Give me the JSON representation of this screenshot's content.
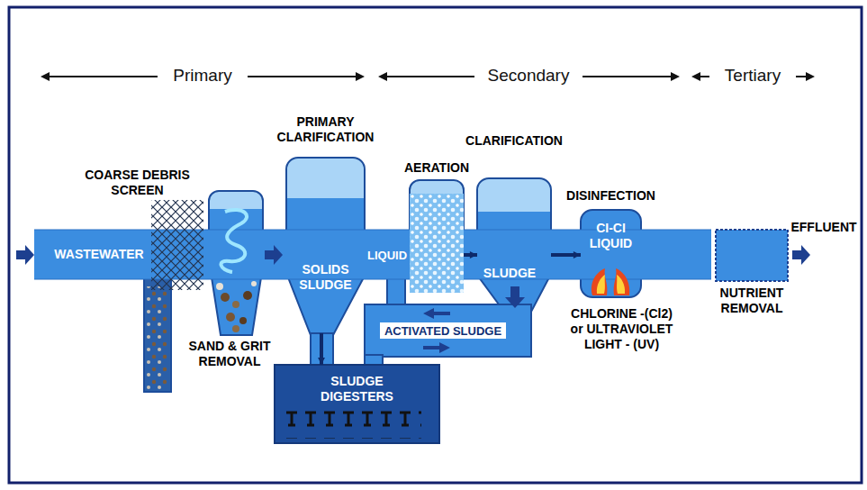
{
  "diagram": {
    "nodes": [
      {
        "text": [
          "PRIMARY CLARIFICATION",
          "SOLIDS SLUDGE"
        ]
      },
      {
        "text": [
          "AERATION"
        ]
      },
      {
        "text": [
          "CLARIFICATION",
          "SLUDGE"
        ]
      },
      {
        "text": [
          "DISINFECTION",
          "CI-CI LIQUID"
        ]
      },
      {
        "text": [
          "ACTIVATED SLUDGE"
        ]
      },
      {
        "text": [
          "SLUDGE DIGESTERS"
        ]
      },
      {
        "text": [
          "NUTRIENT REMOVAL"
        ]
      }
    ],
    "edges": [
      {
        "from": 1,
        "to": 2,
        "arrow": "to"
      },
      {
        "from": 2,
        "to": 3,
        "arrow": "to"
      },
      {
        "from": 0,
        "to": 5,
        "arrow": "to"
      }
    ],
    "labels": [
      "Primary",
      "Secondary",
      "Tertiary",
      "COARSE DEBRIS SCREEN",
      "WASTEWATER",
      "SAND & GRIT REMOVAL",
      "LIQUID",
      "CHLORINE -(Cl2) or ULTRAVIOLET LIGHT - (UV)",
      "EFFLUENT"
    ]
  }
}
